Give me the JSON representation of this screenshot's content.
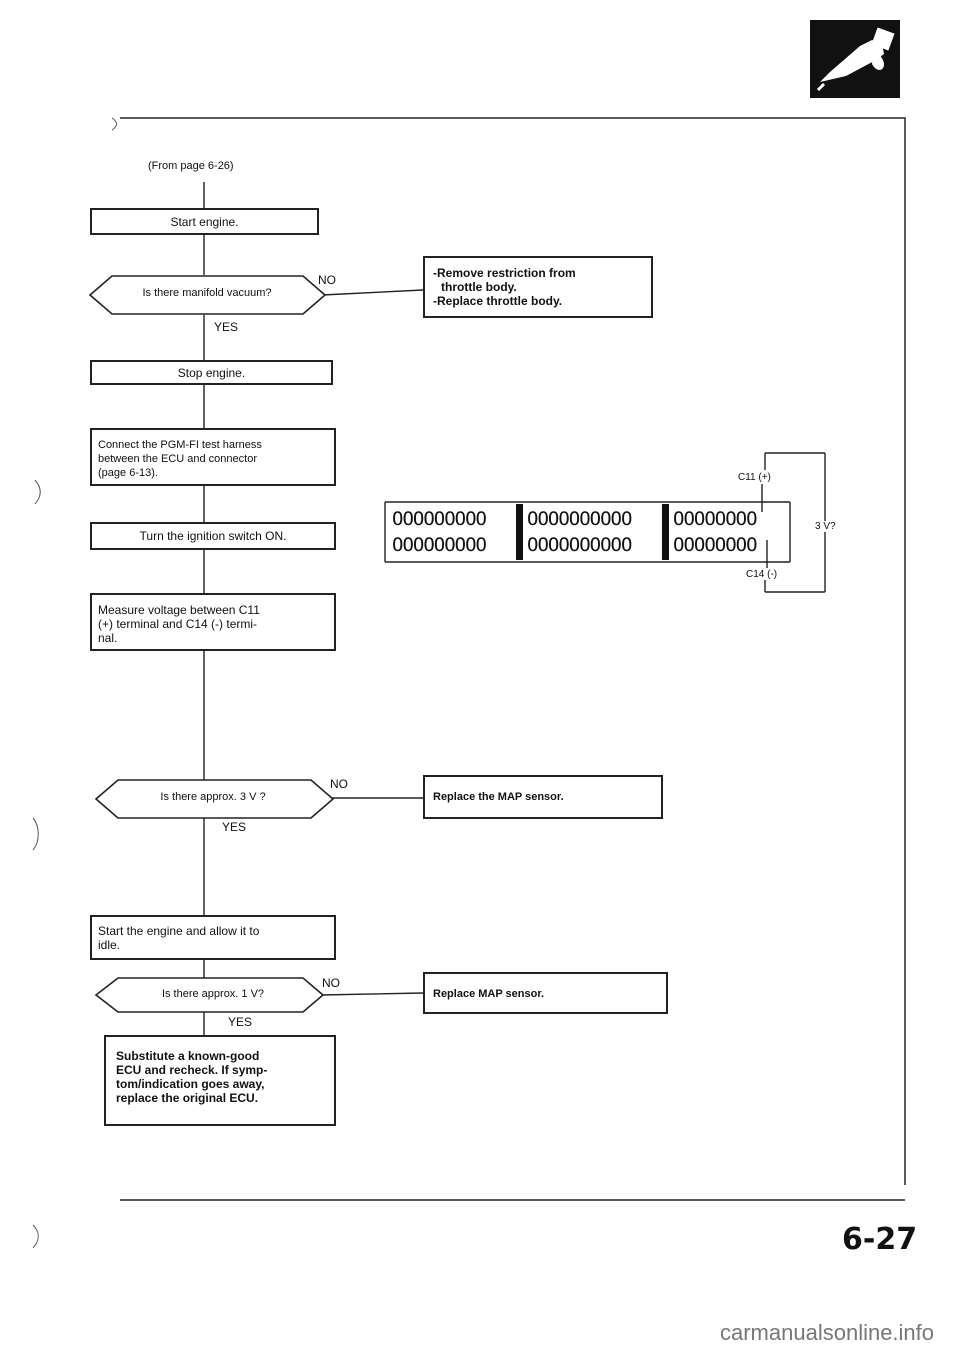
{
  "flowchart": {
    "from_page": "(From page 6-26)",
    "step_start_engine": "Start engine.",
    "q_manifold_vacuum": "Is there manifold vacuum?",
    "fix_restriction": [
      "-Remove restriction from",
      "throttle body.",
      "-Replace throttle body."
    ],
    "step_stop_engine": "Stop engine.",
    "step_connect_harness": [
      "Connect the PGM-FI test harness",
      "between the ECU and connector",
      "(page 6-13)."
    ],
    "step_ignition_on": "Turn the ignition switch ON.",
    "step_measure_voltage": [
      "Measure voltage between C11",
      "(+) terminal and C14 (-) termi-",
      "nal."
    ],
    "q_approx_3v": "Is there approx. 3 V ?",
    "fix_map_sensor_1": "Replace the MAP sensor.",
    "step_idle": [
      "Start the engine and allow it to",
      "idle."
    ],
    "q_approx_1v": "Is there approx. 1 V?",
    "fix_map_sensor_2": "Replace MAP sensor.",
    "step_substitute_ecu": [
      "Substitute a known-good",
      "ECU and recheck. If symp-",
      "tom/indication goes away,",
      "replace the original ECU."
    ],
    "yes_label": "YES",
    "no_label": "NO"
  },
  "connector": {
    "row_block1": "OOOOOOOOO",
    "row_block2": "OOOOOOOOOO",
    "row_block3": "OOOOOOOO",
    "c11_label": "C11 (+)",
    "c14_label": "C14 (-)",
    "voltage_label": "3 V?"
  },
  "page_number": "6-27",
  "watermark": "carmanualsonline.info",
  "icon": "fuel-nozzle-icon"
}
